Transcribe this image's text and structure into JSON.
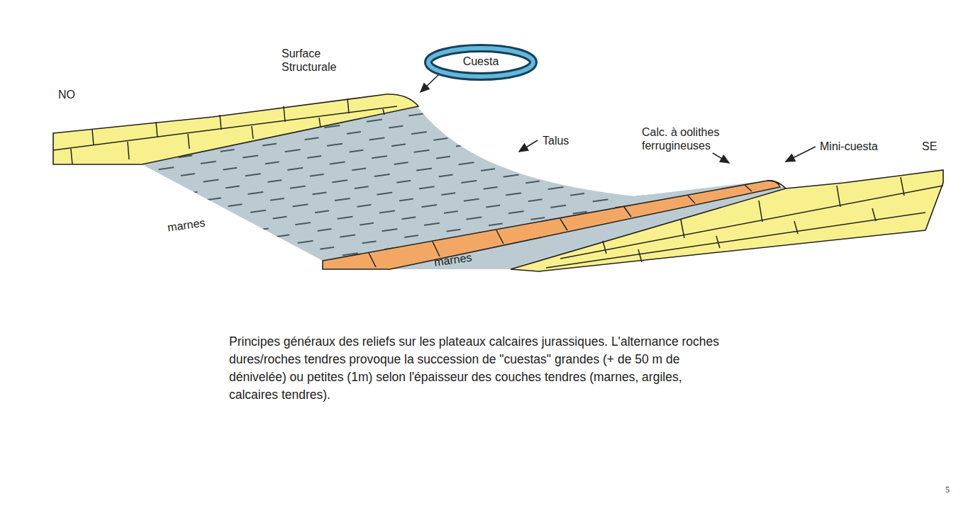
{
  "diagram": {
    "caption": "Principes généraux des reliefs sur les plateaux calcaires jurassiques. L'alternance roches dures/roches tendres provoque la succession de \"cuestas\" grandes (+ de 50 m de dénivelée) ou petites (1m) selon l'épaisseur des couches tendres (marnes, argiles, calcaires tendres).",
    "nodes": [
      {
        "text": [
          "Cuesta"
        ]
      }
    ],
    "labels": [
      "Surface Structurale",
      "NO",
      "Talus",
      "Calc. à oolithes ferrugineuses",
      "Mini-cuesta",
      "SE",
      "marnes",
      "marnes",
      "5"
    ]
  }
}
